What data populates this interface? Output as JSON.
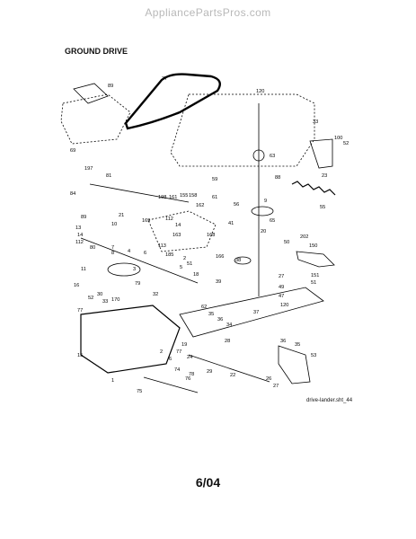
{
  "watermark": "AppliancePartsPros.com",
  "diagram_title": "GROUND DRIVE",
  "file_ref": "drive-lander.sht_44",
  "page_number": "6/04",
  "callouts": [
    "37",
    "89",
    "120",
    "69",
    "33",
    "100",
    "52",
    "63",
    "59",
    "61",
    "88",
    "23",
    "56",
    "197",
    "81",
    "198",
    "161",
    "155",
    "158",
    "9",
    "55",
    "84",
    "162",
    "89",
    "112",
    "14",
    "41",
    "65",
    "21",
    "169",
    "10",
    "163",
    "168",
    "20",
    "13",
    "14",
    "112",
    "80",
    "113",
    "7",
    "185",
    "166",
    "202",
    "50",
    "150",
    "8",
    "6",
    "2",
    "51",
    "5",
    "38",
    "27",
    "49",
    "151",
    "51",
    "47",
    "79",
    "11",
    "3",
    "18",
    "16",
    "32",
    "52",
    "30",
    "33",
    "170",
    "77",
    "39",
    "62",
    "35",
    "36",
    "37",
    "34",
    "120",
    "36",
    "35",
    "28",
    "53",
    "1",
    "19",
    "24",
    "77",
    "15",
    "78",
    "75",
    "74",
    "76",
    "29",
    "22",
    "26",
    "27",
    "4",
    "2",
    "6"
  ]
}
